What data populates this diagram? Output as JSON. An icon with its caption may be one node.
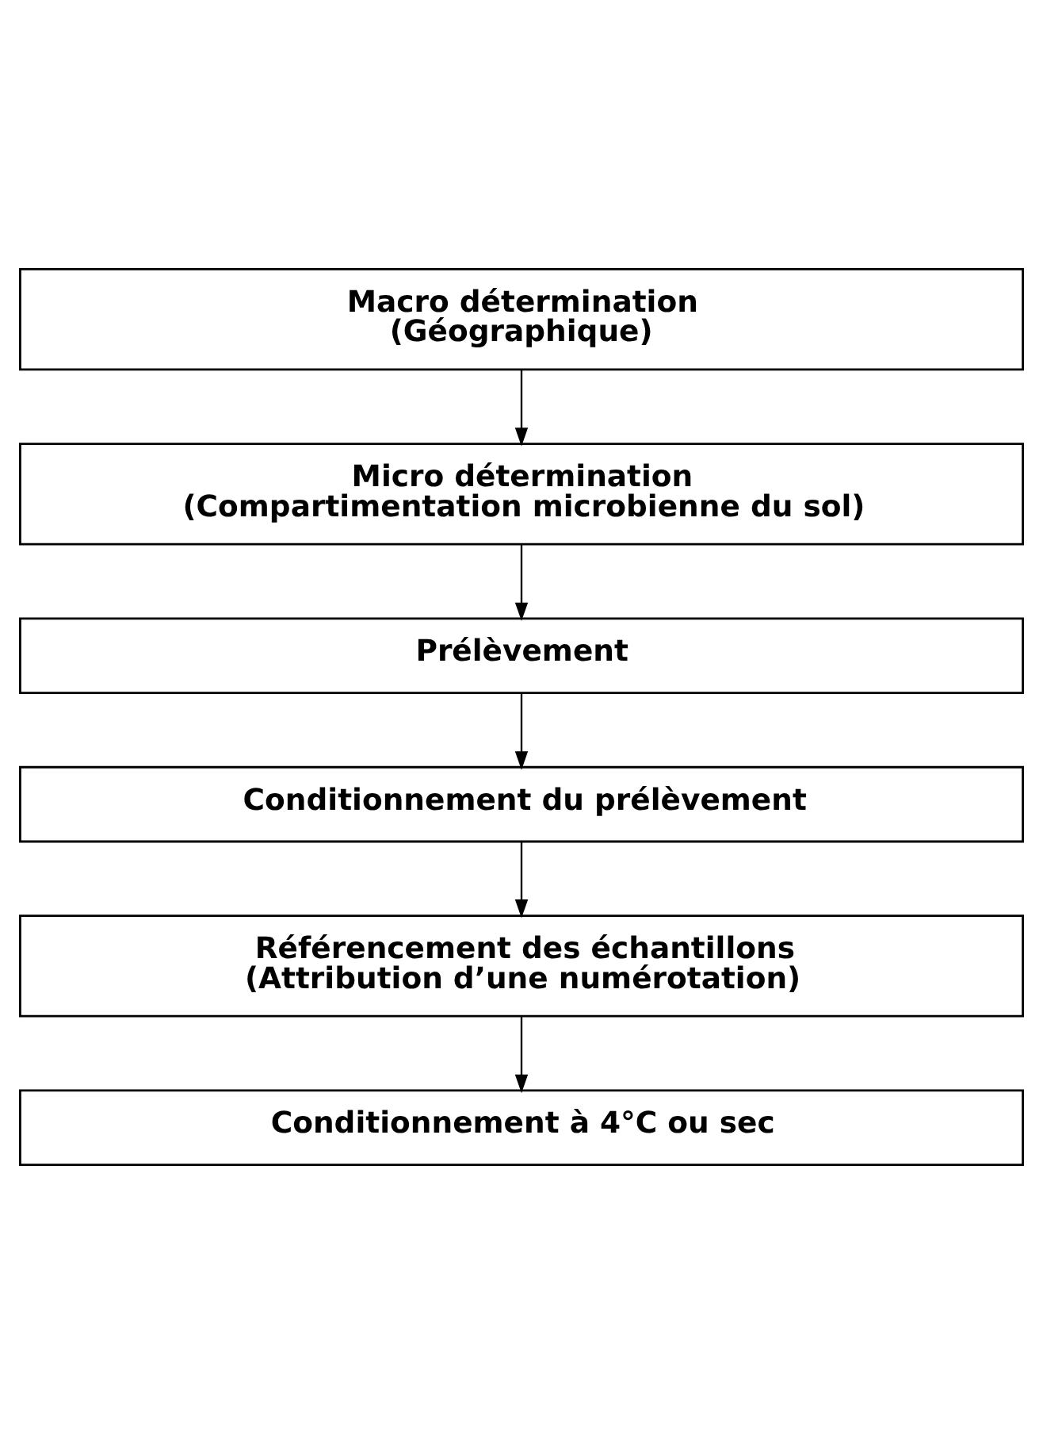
{
  "diagram": {
    "nodes": [
      {
        "text": [
          "Macro détermination",
          "(Géographique)"
        ]
      },
      {
        "text": [
          "Micro détermination",
          "(Compartimentation microbienne du sol)"
        ]
      },
      {
        "text": [
          "Prélèvement"
        ]
      },
      {
        "text": [
          "Conditionnement du prélèvement"
        ]
      },
      {
        "text": [
          "Référencement des échantillons",
          "(Attribution d’une numérotation)"
        ]
      },
      {
        "text": [
          "Conditionnement à 4°C ou sec"
        ]
      }
    ],
    "edges": [
      {
        "from": 0,
        "to": 1,
        "arrow": "to"
      },
      {
        "from": 1,
        "to": 2,
        "arrow": "to"
      },
      {
        "from": 2,
        "to": 3,
        "arrow": "to"
      },
      {
        "from": 3,
        "to": 4,
        "arrow": "to"
      },
      {
        "from": 4,
        "to": 5,
        "arrow": "to"
      }
    ]
  }
}
